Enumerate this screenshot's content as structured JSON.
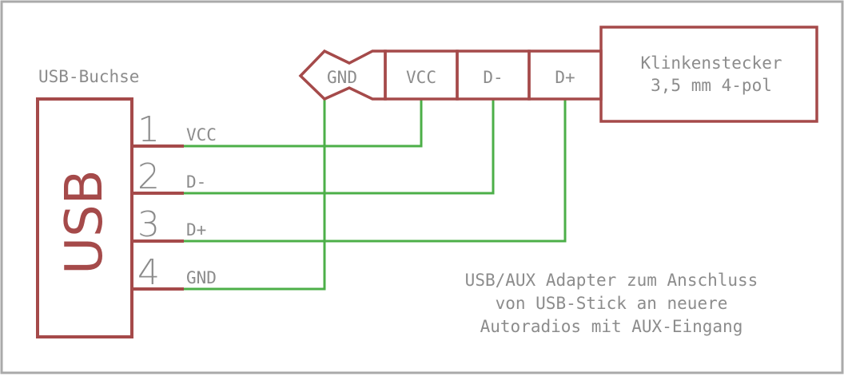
{
  "usb_socket": {
    "label": "USB-Buchse",
    "body_text": "USB",
    "pins": [
      {
        "number": "1",
        "name": "VCC"
      },
      {
        "number": "2",
        "name": "D-"
      },
      {
        "number": "3",
        "name": "D+"
      },
      {
        "number": "4",
        "name": "GND"
      }
    ]
  },
  "jack_plug": {
    "label_line1": "Klinkenstecker",
    "label_line2": "3,5 mm 4-pol",
    "contacts": {
      "gnd": "GND",
      "vcc": "VCC",
      "dminus": "D-",
      "dplus": "D+"
    }
  },
  "description": {
    "line1": "USB/AUX Adapter zum Anschluss",
    "line2": "von USB-Stick an neuere",
    "line3": "Autoradios mit AUX-Eingang"
  },
  "colors": {
    "frame": "#aaaaaa",
    "component": "#a54a4a",
    "wire": "#4caf48",
    "text": "#8c8c8c"
  }
}
